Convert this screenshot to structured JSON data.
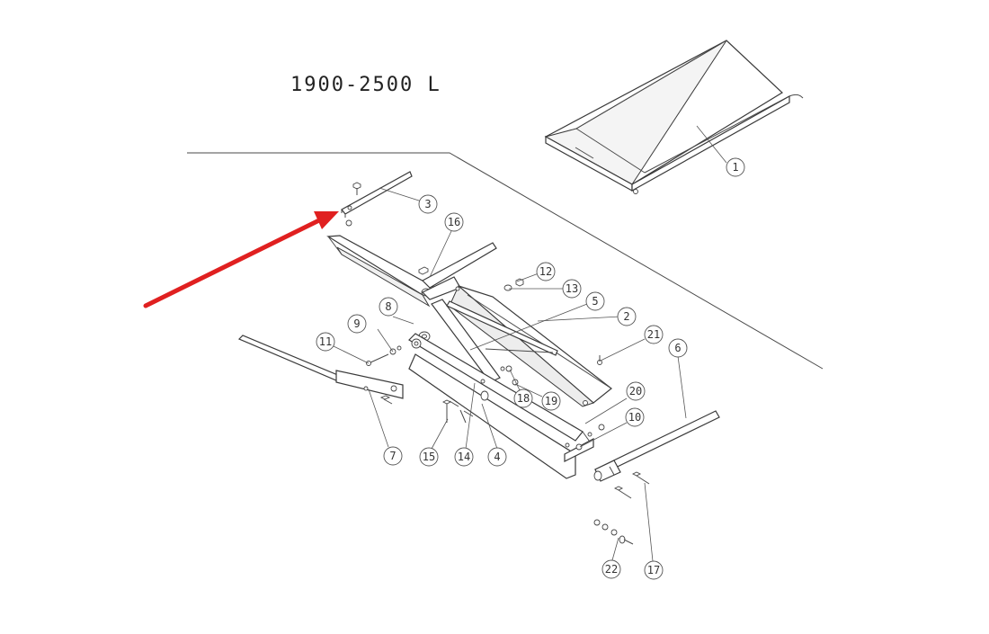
{
  "diagram": {
    "title": "1900-2500 L",
    "callouts": [
      "1",
      "2",
      "3",
      "4",
      "5",
      "6",
      "7",
      "8",
      "9",
      "10",
      "11",
      "12",
      "13",
      "14",
      "15",
      "16",
      "17",
      "18",
      "19",
      "20",
      "21",
      "22"
    ],
    "colors": {
      "line": "#4a4a4a",
      "arrow": "#e02020",
      "background": "#ffffff"
    }
  }
}
